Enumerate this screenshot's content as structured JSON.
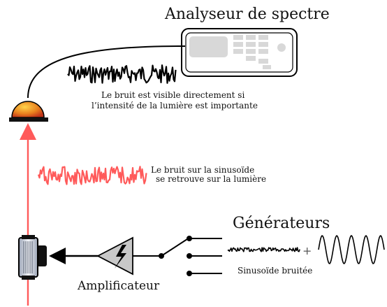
{
  "labels": {
    "spectrum_analyzer": "Analyseur de spectre",
    "noise_visible_line1": "Le bruit est visible directement si",
    "noise_visible_line2": "l’intensité de la lumière est importante",
    "noise_on_sine_line1": "Le bruit sur la sinusoïde",
    "noise_on_sine_line2": "se retrouve sur la lumière",
    "generators": "Générateurs",
    "noisy_sine": "Sinusoïde bruitée",
    "amplifier": "Amplificateur",
    "plus_sign": "+"
  },
  "colors": {
    "laser_beam": "#ff5a5a",
    "noise_red": "#ff5a5a",
    "noise_black": "#000000",
    "detector_dome": "#e07a20",
    "detector_base": "#111111",
    "instrument_panel": "#d8d8d8",
    "amplifier_fill": "#c8c8c8"
  },
  "icons": {
    "detector": "photodetector-icon",
    "analyzer": "spectrum-analyzer-icon",
    "amplifier": "amplifier-triangle-icon",
    "modulator": "light-modulator-icon",
    "switch": "selector-switch-icon",
    "sine": "sine-wave-icon"
  }
}
